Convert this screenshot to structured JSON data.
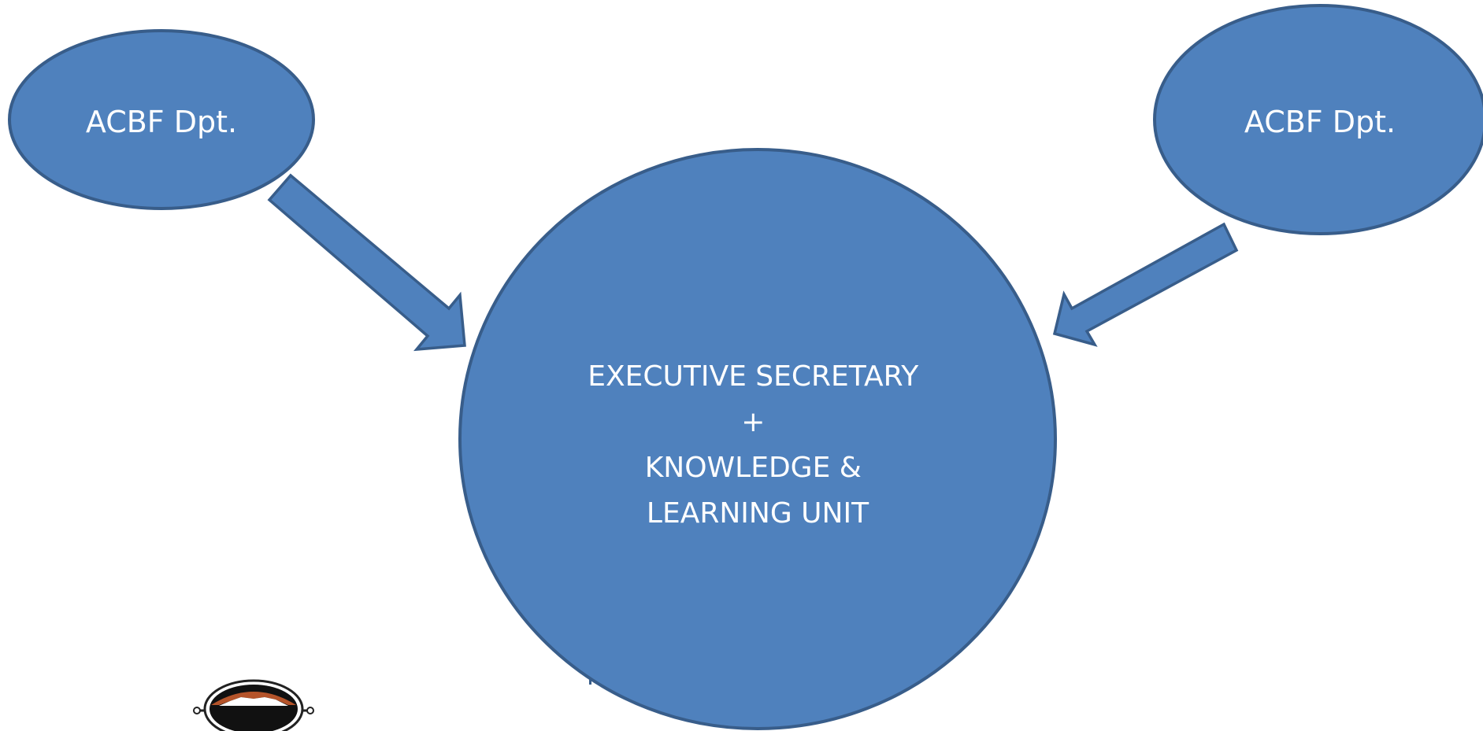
{
  "diagram": {
    "left_node": {
      "label": "ACBF Dpt."
    },
    "right_node": {
      "label": "ACBF Dpt."
    },
    "center_node": {
      "line1": "EXECUTIVE SECRETARY",
      "line2": "+",
      "line3": "KNOWLEDGE &",
      "line4": "LEARNING UNIT"
    },
    "colors": {
      "fill": "#4f81bd",
      "stroke": "#385d8a",
      "text": "#ffffff"
    }
  },
  "logo": {
    "icon": "mountain-emblem-icon"
  }
}
